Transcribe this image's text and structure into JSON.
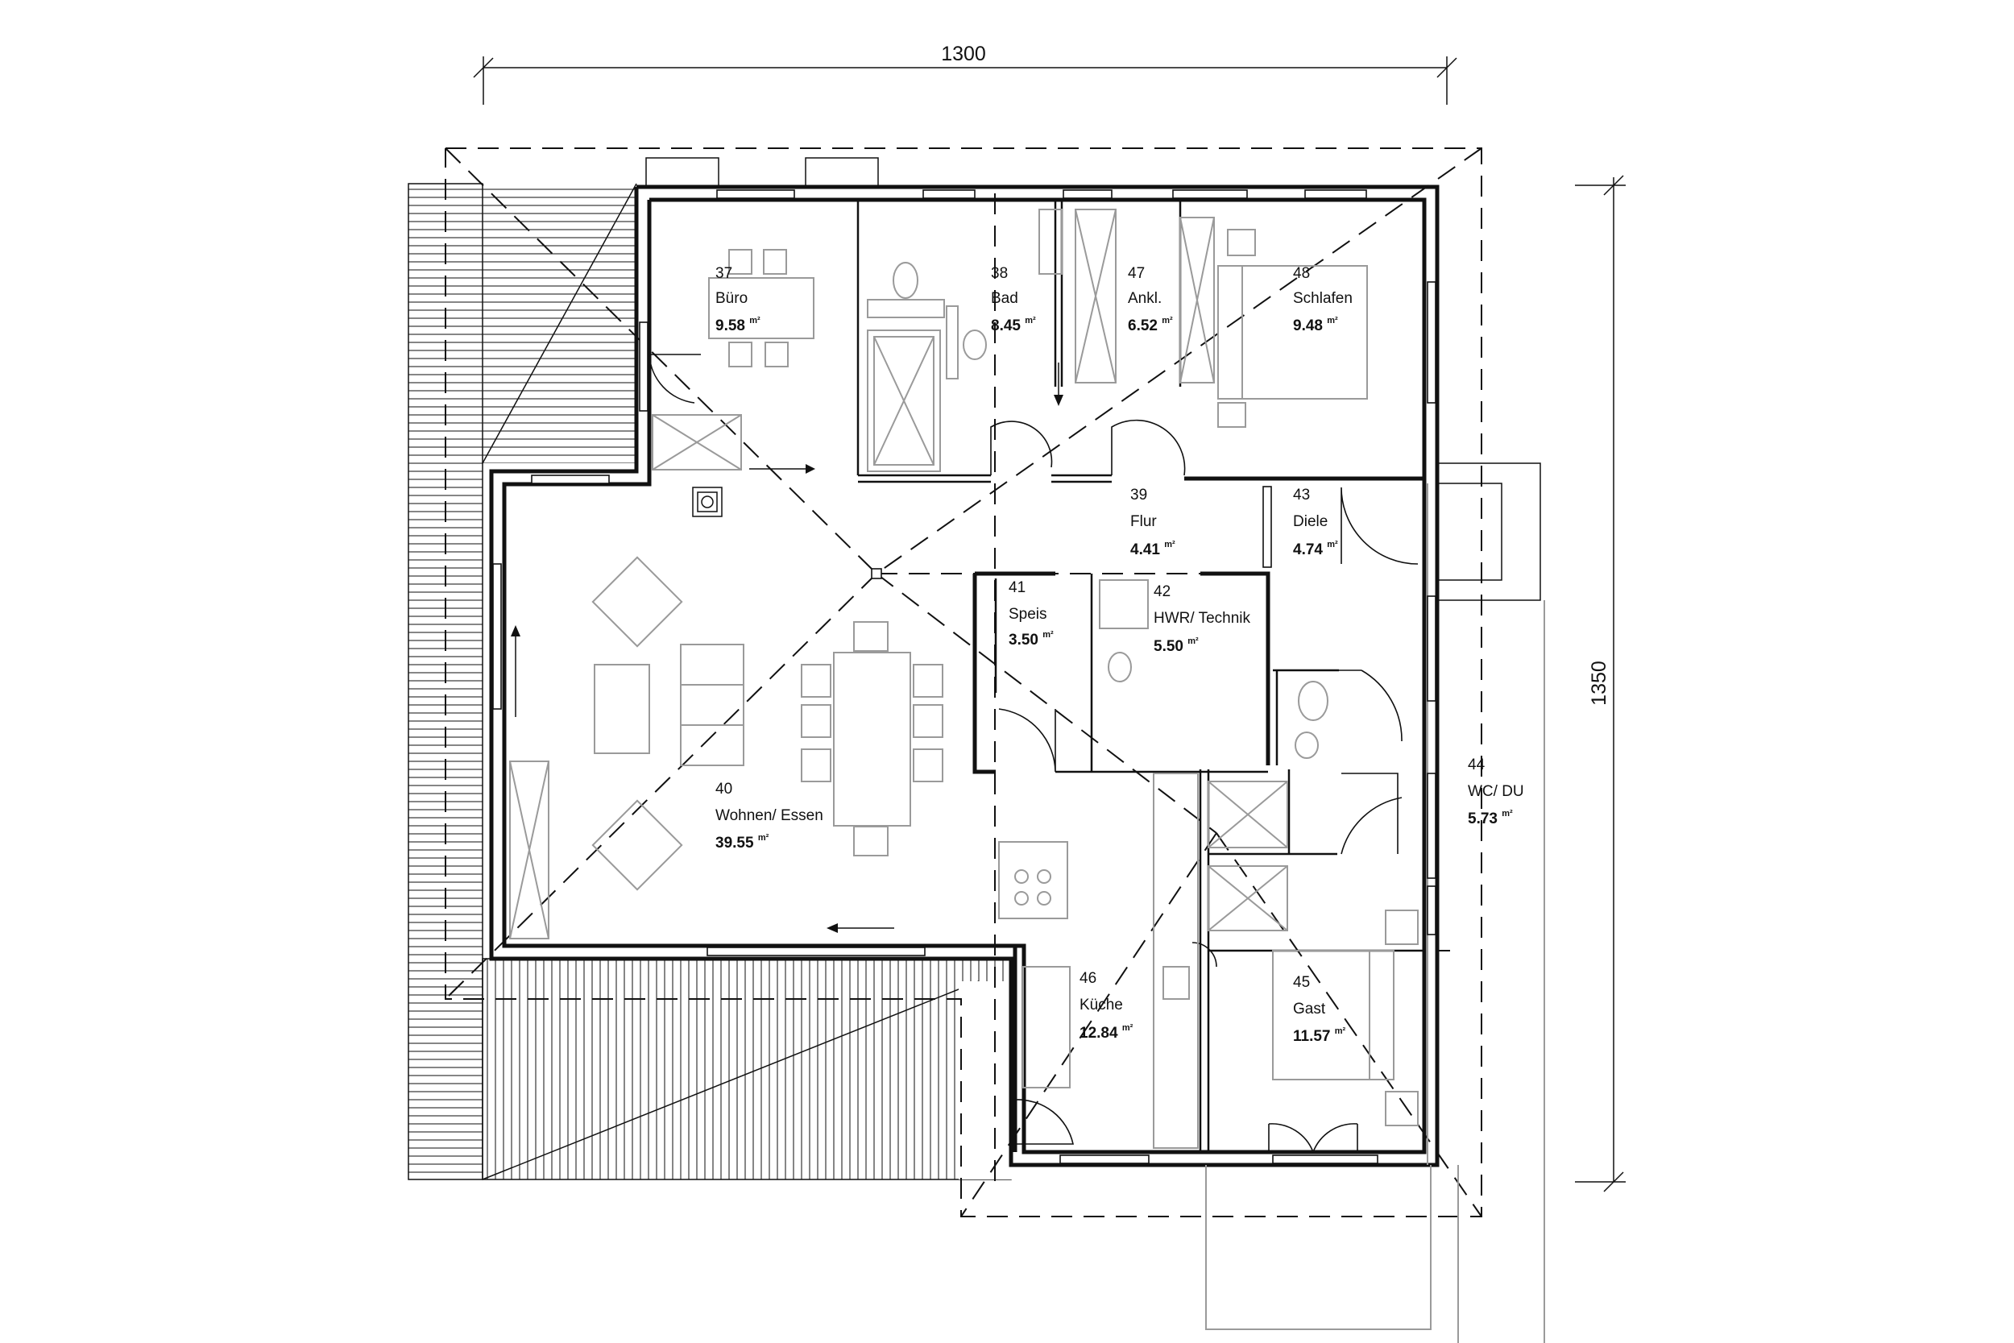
{
  "dimensions": {
    "width": "1300",
    "depth": "1350"
  },
  "rooms": [
    {
      "number": "37",
      "name": "Büro",
      "area": "9.58",
      "unit": "m²"
    },
    {
      "number": "38",
      "name": "Bad",
      "area": "8.45",
      "unit": "m²"
    },
    {
      "number": "47",
      "name": "Ankl.",
      "area": "6.52",
      "unit": "m²"
    },
    {
      "number": "48",
      "name": "Schlafen",
      "area": "9.48",
      "unit": "m²"
    },
    {
      "number": "39",
      "name": "Flur",
      "area": "4.41",
      "unit": "m²"
    },
    {
      "number": "43",
      "name": "Diele",
      "area": "4.74",
      "unit": "m²"
    },
    {
      "number": "41",
      "name": "Speis",
      "area": "3.50",
      "unit": "m²"
    },
    {
      "number": "42",
      "name": "HWR/ Technik",
      "area": "5.50",
      "unit": "m²"
    },
    {
      "number": "44",
      "name": "WC/ DU",
      "area": "5.73",
      "unit": "m²"
    },
    {
      "number": "40",
      "name": "Wohnen/ Essen",
      "area": "39.55",
      "unit": "m²"
    },
    {
      "number": "46",
      "name": "Küche",
      "area": "12.84",
      "unit": "m²"
    },
    {
      "number": "45",
      "name": "Gast",
      "area": "11.57",
      "unit": "m²"
    }
  ]
}
